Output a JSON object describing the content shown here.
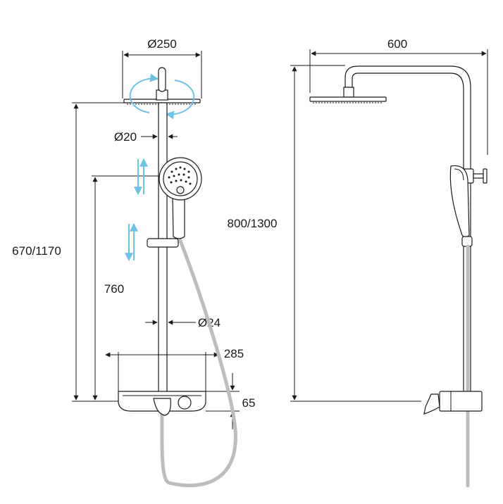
{
  "dimensions": {
    "head_diameter": "Ø250",
    "arm_length": "600",
    "bar_diameter_top": "Ø20",
    "height_left": "670/1170",
    "height_right": "800/1300",
    "handshower_height": "760",
    "bar_diameter_bottom": "Ø24",
    "shelf_width": "285",
    "shelf_height": "65"
  },
  "colors": {
    "line": "#1a1a1a",
    "hose": "#bdbdbd",
    "arrows": "#6cc3e8"
  },
  "icons": [
    "rotate-arrows-icon",
    "slide-up-down-arrows-icon"
  ]
}
